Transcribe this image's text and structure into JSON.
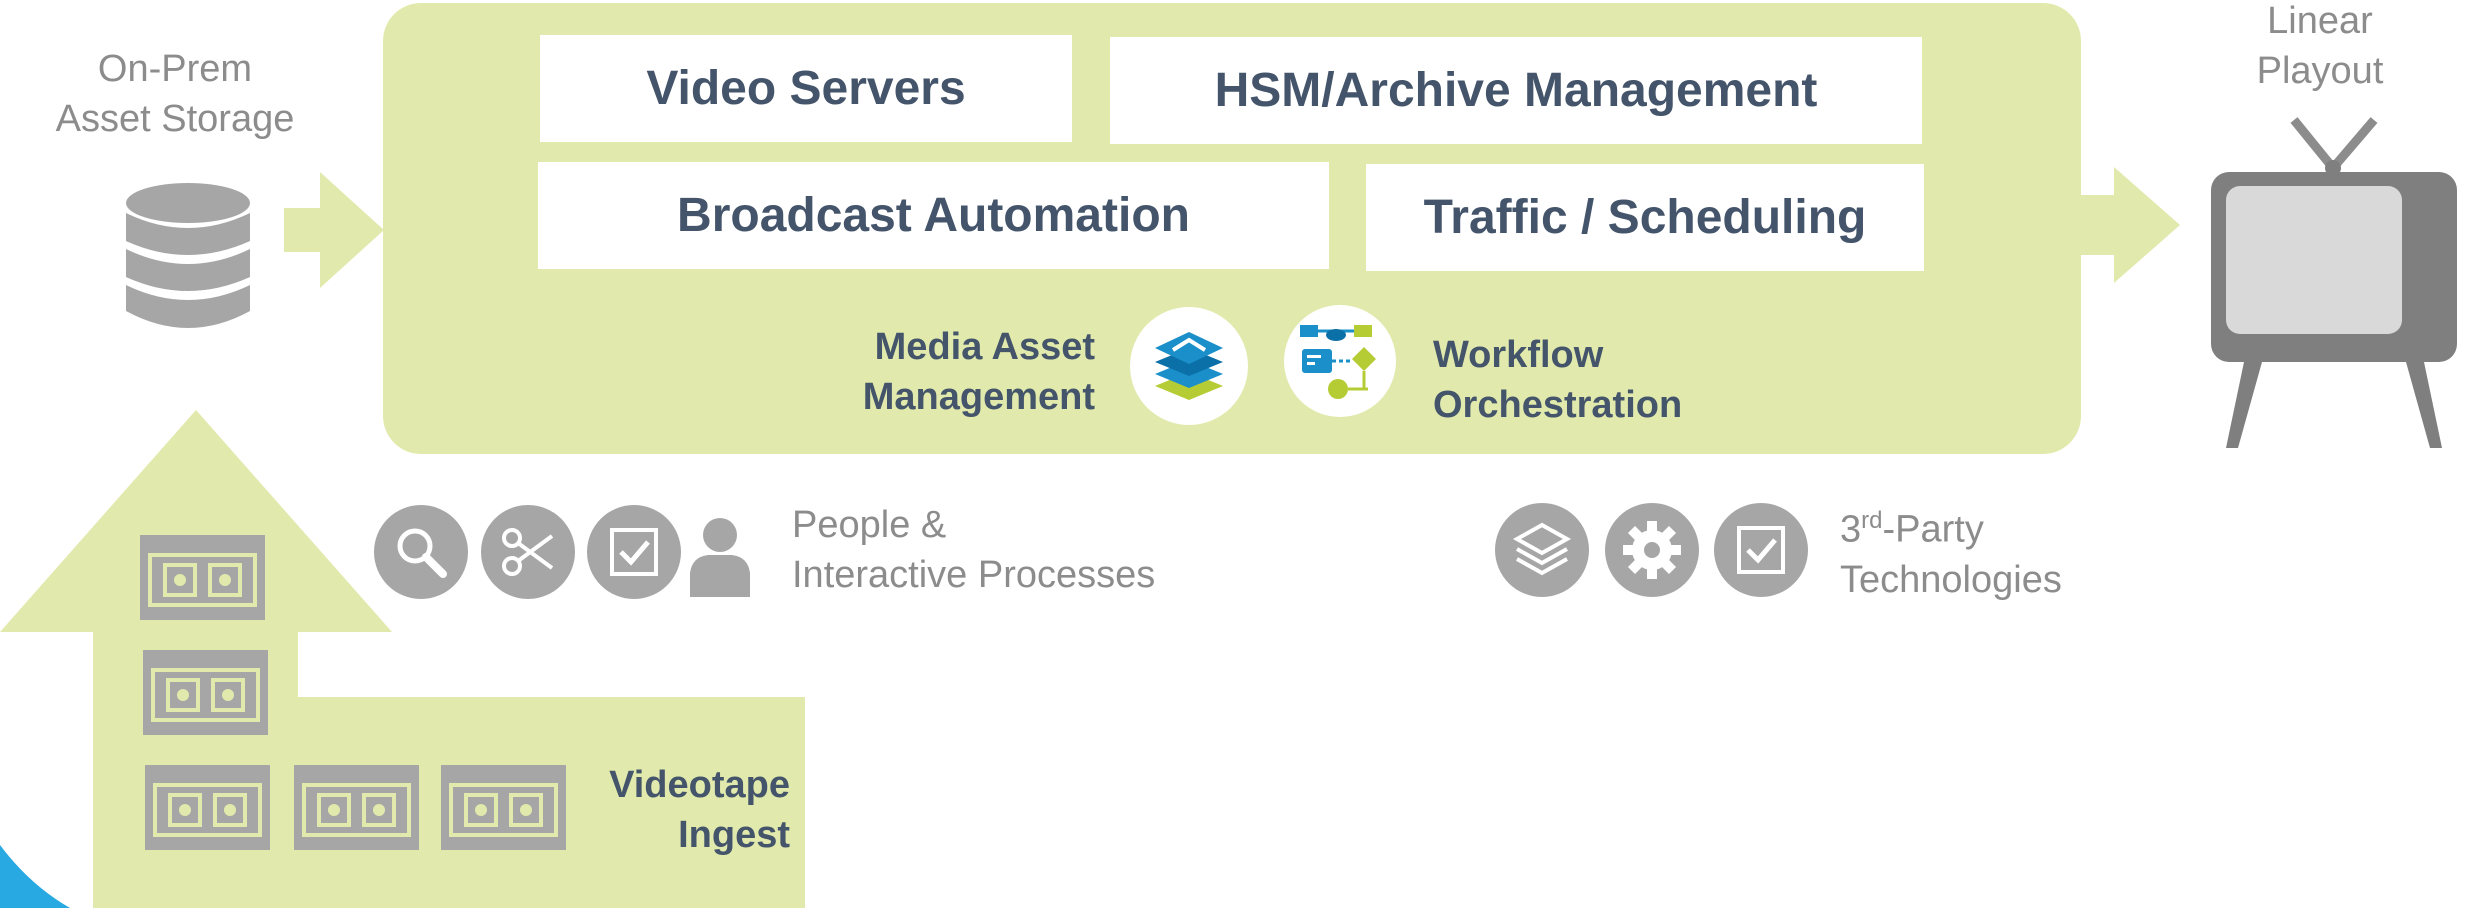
{
  "colors": {
    "green": "#e1eaac",
    "box_text": "#44546a",
    "grey_icon": "#a6a6a6",
    "grey_text": "#8c8c8c",
    "blue_accent": "#1a8fc9",
    "lime_accent": "#b5cc34"
  },
  "storage": {
    "line1": "On-Prem",
    "line2": "Asset Storage",
    "icon": "database-icon"
  },
  "playout": {
    "line1": "Linear",
    "line2": "Playout",
    "icon": "television-icon"
  },
  "platform": {
    "boxes": {
      "video_servers": "Video Servers",
      "hsm": "HSM/Archive Management",
      "automation": "Broadcast Automation",
      "traffic": "Traffic / Scheduling"
    },
    "mam": {
      "line1": "Media Asset",
      "line2": "Management",
      "icon": "stacked-layers-icon"
    },
    "workflow": {
      "line1": "Workflow",
      "line2": "Orchestration",
      "icon": "flowchart-icon"
    }
  },
  "people": {
    "line1": "People &",
    "line2": "Interactive Processes",
    "icons": [
      "search-icon",
      "scissors-icon",
      "checkbox-icon",
      "person-icon"
    ]
  },
  "third_party": {
    "prefix": "3",
    "superscript": "rd",
    "suffix": "-Party",
    "line2": "Technologies",
    "icons": [
      "layers-icon",
      "gear-icon",
      "checkbox-icon"
    ]
  },
  "ingest": {
    "line1": "Videotape",
    "line2": "Ingest",
    "icon": "videotape-icon"
  }
}
